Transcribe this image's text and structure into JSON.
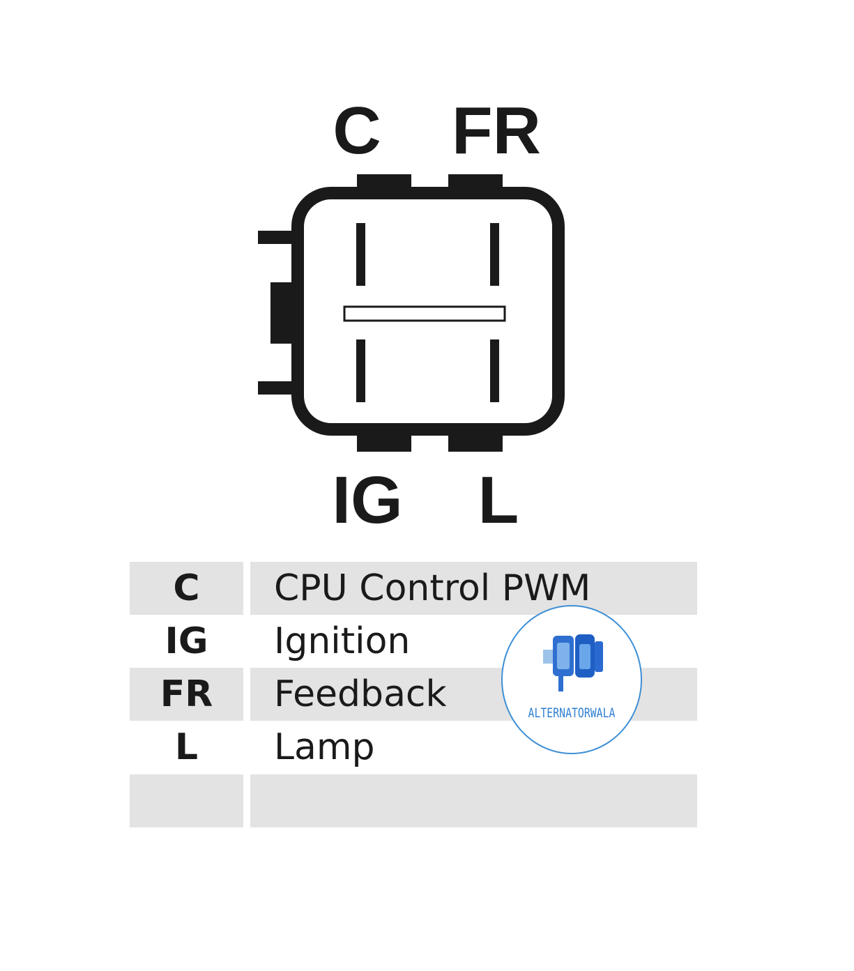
{
  "connector": {
    "pins": {
      "top_left": "C",
      "top_right": "FR",
      "bottom_left": "IG",
      "bottom_right": "L"
    }
  },
  "legend": {
    "rows": [
      {
        "code": "C",
        "meaning": "CPU Control PWM"
      },
      {
        "code": "IG",
        "meaning": "Ignition"
      },
      {
        "code": "FR",
        "meaning": "Feedback"
      },
      {
        "code": "L",
        "meaning": "Lamp"
      },
      {
        "code": "",
        "meaning": ""
      }
    ]
  },
  "watermark": {
    "text": "ALTERNATORWALA",
    "color": "#2f7fd0"
  }
}
